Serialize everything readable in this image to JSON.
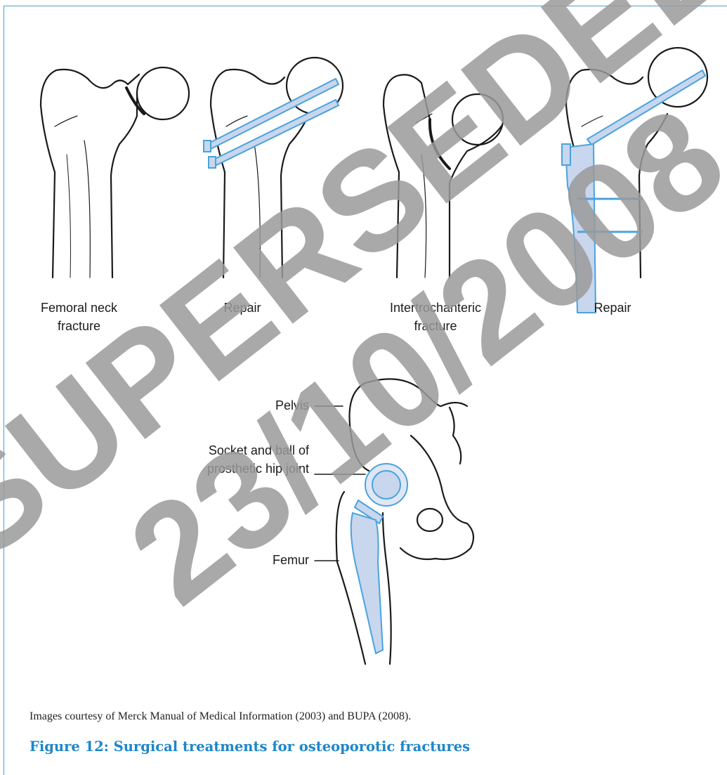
{
  "figure": {
    "labels": {
      "femoral_neck_fracture": "Femoral neck fracture",
      "repair_1": "Repair",
      "intertrochanteric_fracture": "Intertrochanteric fracture",
      "repair_2": "Repair",
      "pelvis": "Pelvis",
      "socket_ball": "Socket and ball of prosthetic hip joint",
      "femur": "Femur"
    },
    "credit": "Images courtesy of Merck Manual of Medical Information (2003) and BUPA (2008).",
    "title": "Figure 12: Surgical treatments for osteoporotic fractures"
  },
  "watermark": {
    "line1": "SUPERSEDED",
    "line2": "23/10/2008",
    "color": "#9a9a9a"
  },
  "colors": {
    "implant": "#4aa3dc",
    "implant_fill": "#c8d6ee",
    "accent": "#1d86c9",
    "border": "#4a9fd0"
  }
}
